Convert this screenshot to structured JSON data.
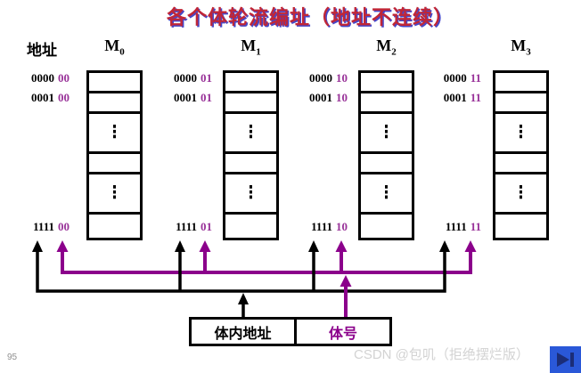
{
  "slide": {
    "title": "各个体轮流编址（地址不连续）",
    "page_number": "95",
    "watermark": "CSDN @包叽（拒绝摆烂版）"
  },
  "header": {
    "address_label": "地址"
  },
  "ellipsis_glyph": "⋮",
  "banks": [
    {
      "label": "M",
      "sub": "0",
      "rows": [
        {
          "prefix": "0000",
          "suffix": "00"
        },
        {
          "prefix": "0001",
          "suffix": "00"
        },
        {
          "prefix": "1111",
          "suffix": "00"
        }
      ]
    },
    {
      "label": "M",
      "sub": "1",
      "rows": [
        {
          "prefix": "0000",
          "suffix": "01"
        },
        {
          "prefix": "0001",
          "suffix": "01"
        },
        {
          "prefix": "1111",
          "suffix": "01"
        }
      ]
    },
    {
      "label": "M",
      "sub": "2",
      "rows": [
        {
          "prefix": "0000",
          "suffix": "10"
        },
        {
          "prefix": "0001",
          "suffix": "10"
        },
        {
          "prefix": "1111",
          "suffix": "10"
        }
      ]
    },
    {
      "label": "M",
      "sub": "3",
      "rows": [
        {
          "prefix": "0000",
          "suffix": "11"
        },
        {
          "prefix": "0001",
          "suffix": "11"
        },
        {
          "prefix": "1111",
          "suffix": "11"
        }
      ]
    }
  ],
  "decoder": {
    "left_label": "体内地址",
    "right_label": "体号"
  },
  "colors": {
    "title_red": "#c02637",
    "title_shadow_blue": "#4747c8",
    "address_suffix_purple": "#993399",
    "bus_purple": "#8B008B",
    "bus_black": "#000000",
    "nav_icon_blue": "#2a58d8",
    "nav_icon_navy": "#1b2d78",
    "watermark_gray": "#d3d3d3"
  }
}
